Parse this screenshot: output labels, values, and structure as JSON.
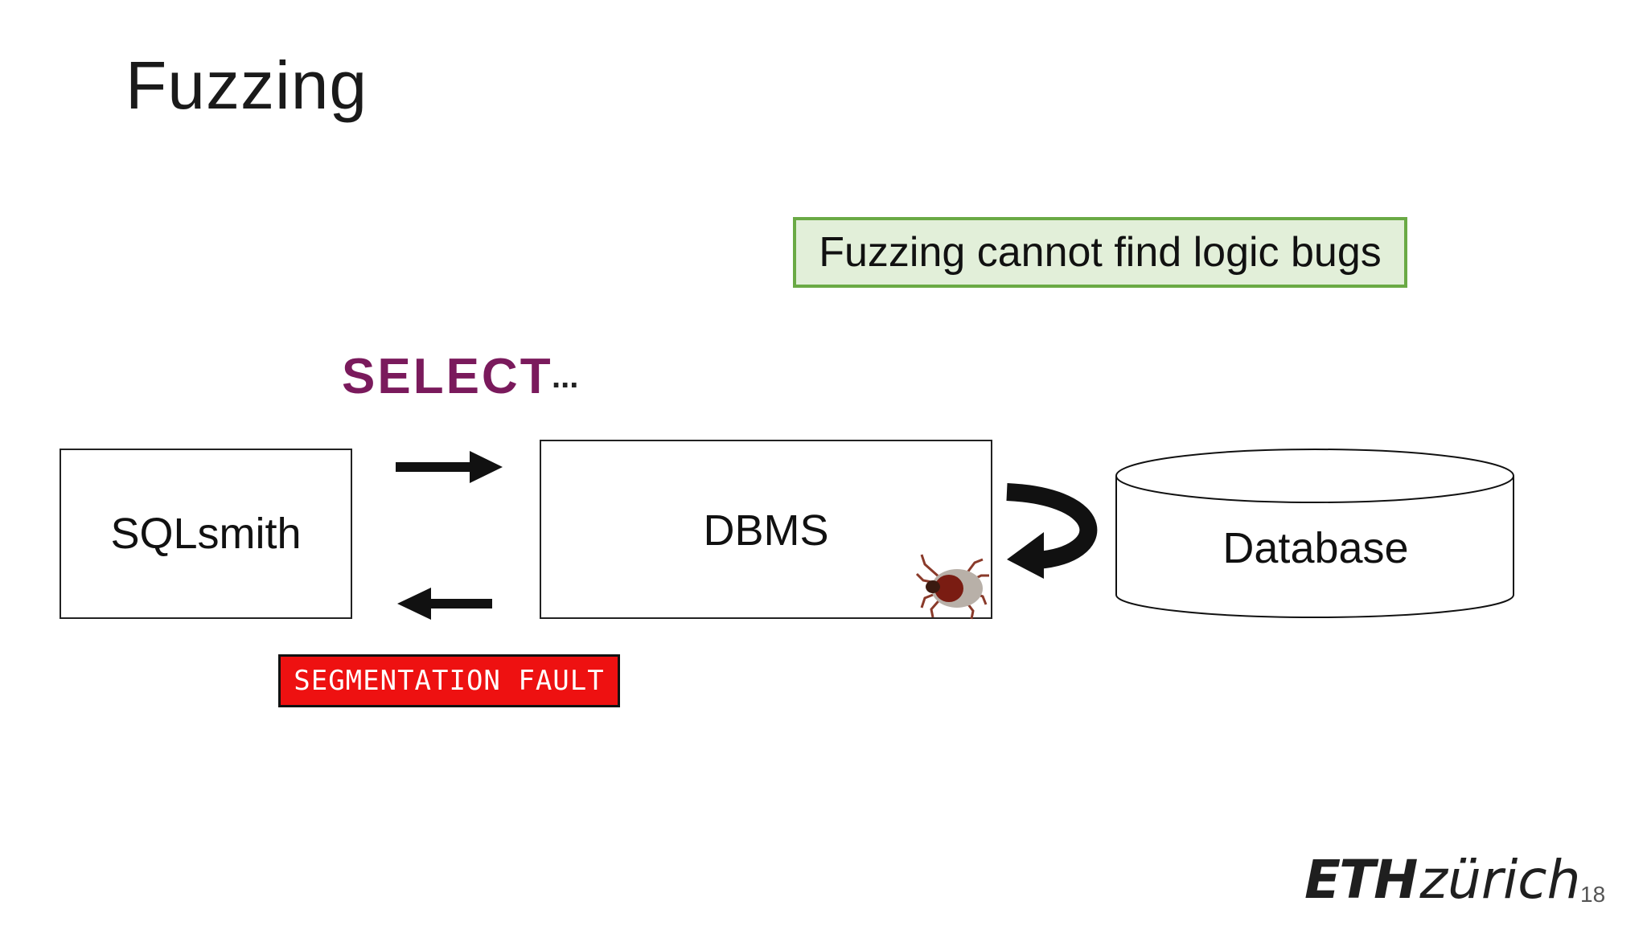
{
  "slide": {
    "title": "Fuzzing",
    "callout": "Fuzzing cannot find logic bugs",
    "query": {
      "keyword": "SELECT",
      "ellipsis": "..."
    },
    "nodes": {
      "generator": "SQLsmith",
      "dbms": "DBMS",
      "database": "Database"
    },
    "error_label": "SEGMENTATION FAULT",
    "logo": {
      "eth": "ETH",
      "zurich": "zürich"
    },
    "page_number": "18"
  },
  "icons": {
    "arrow_to_dbms": "arrow-right-icon",
    "arrow_to_sqlsmith": "arrow-left-icon",
    "dbms_db_loop": "curved-return-arrow-icon",
    "bug": "tick-bug-icon"
  },
  "colors": {
    "callout_fill": "#e2efd9",
    "callout_border": "#6aaa45",
    "select_keyword": "#7a1a5c",
    "error_fill": "#ee1111",
    "bug_body": "#7a1c12"
  }
}
